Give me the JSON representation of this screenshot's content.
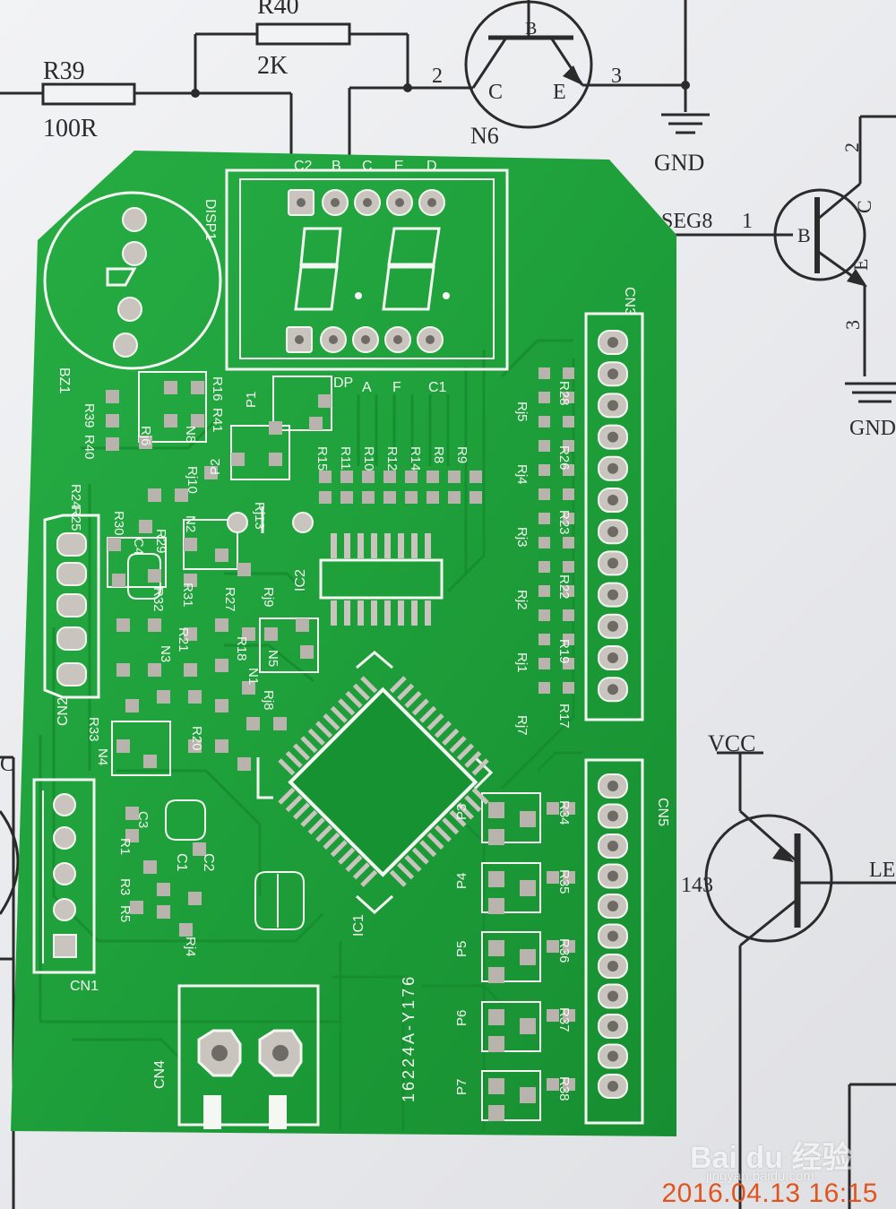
{
  "schematic": {
    "r39": {
      "ref": "R39",
      "value": "100R"
    },
    "r40": {
      "ref": "R40",
      "value": "2K"
    },
    "n6": {
      "ref": "N6",
      "pin2": "2",
      "pin3": "3",
      "collector": "C",
      "emitter": "E",
      "base": "B"
    },
    "gnd_top": "GND",
    "right_transistor": {
      "net": "SEG8",
      "pin1": "1",
      "pin2": "2",
      "pin3": "3",
      "base": "B",
      "collector": "C",
      "emitter": "E",
      "gnd": "GND"
    },
    "bottom_transistor": {
      "supply": "VCC",
      "partial_left": "LE",
      "partial_num": "143"
    },
    "left_partial": "C"
  },
  "pcb": {
    "board_code": "16224A-Y176",
    "display_top_labels": [
      "C2",
      "B",
      "C",
      "E",
      "D"
    ],
    "display_bottom_labels": [
      "DP",
      "A",
      "F",
      "C1"
    ],
    "display_ref": "DISP1",
    "buzzer_ref": "BZ1",
    "connectors": [
      "CN1",
      "CN2",
      "CN3",
      "CN4",
      "CN5"
    ],
    "ic_refs": [
      "IC1",
      "IC2"
    ],
    "transistor_refs": [
      "N1",
      "N2",
      "N3",
      "N4",
      "N5",
      "N8"
    ],
    "resistor_refs_top": [
      "R15",
      "R11",
      "R10",
      "R12",
      "R14",
      "R8",
      "R9"
    ],
    "resistor_refs_right_a": [
      "R28",
      "R26",
      "R23",
      "R22",
      "R19",
      "R17"
    ],
    "resistor_refs_right_b": [
      "Rj5",
      "Rj4",
      "Rj3",
      "Rj2",
      "Rj1",
      "Rj7"
    ],
    "resistor_refs_lower": [
      "R34",
      "R35",
      "R36",
      "R37",
      "R38"
    ],
    "pad_refs": [
      "P1",
      "P2",
      "P3",
      "P4",
      "P5",
      "P6",
      "P7"
    ],
    "misc_refs_left": [
      "R39",
      "R40",
      "R41",
      "R16",
      "R24",
      "R25",
      "R30",
      "C4",
      "R29",
      "R31",
      "R32",
      "R21",
      "R27",
      "R18",
      "R20",
      "R33",
      "C3",
      "R1",
      "R3",
      "R5",
      "Rj4",
      "Rj6",
      "Rj8",
      "Rj9",
      "Rj10",
      "Rj13"
    ],
    "caps": [
      "C1",
      "C2"
    ]
  },
  "watermark": {
    "main": "Bai du 经验",
    "sub": "jingyan.baidu.com"
  },
  "timestamp": "2016.04.13 16:15",
  "colors": {
    "pcb_green": "#1fa23a",
    "pcb_dark": "#168b2f",
    "silk": "#f4f7f2",
    "pad": "#b8b3ad",
    "stamp": "#e0551f"
  }
}
